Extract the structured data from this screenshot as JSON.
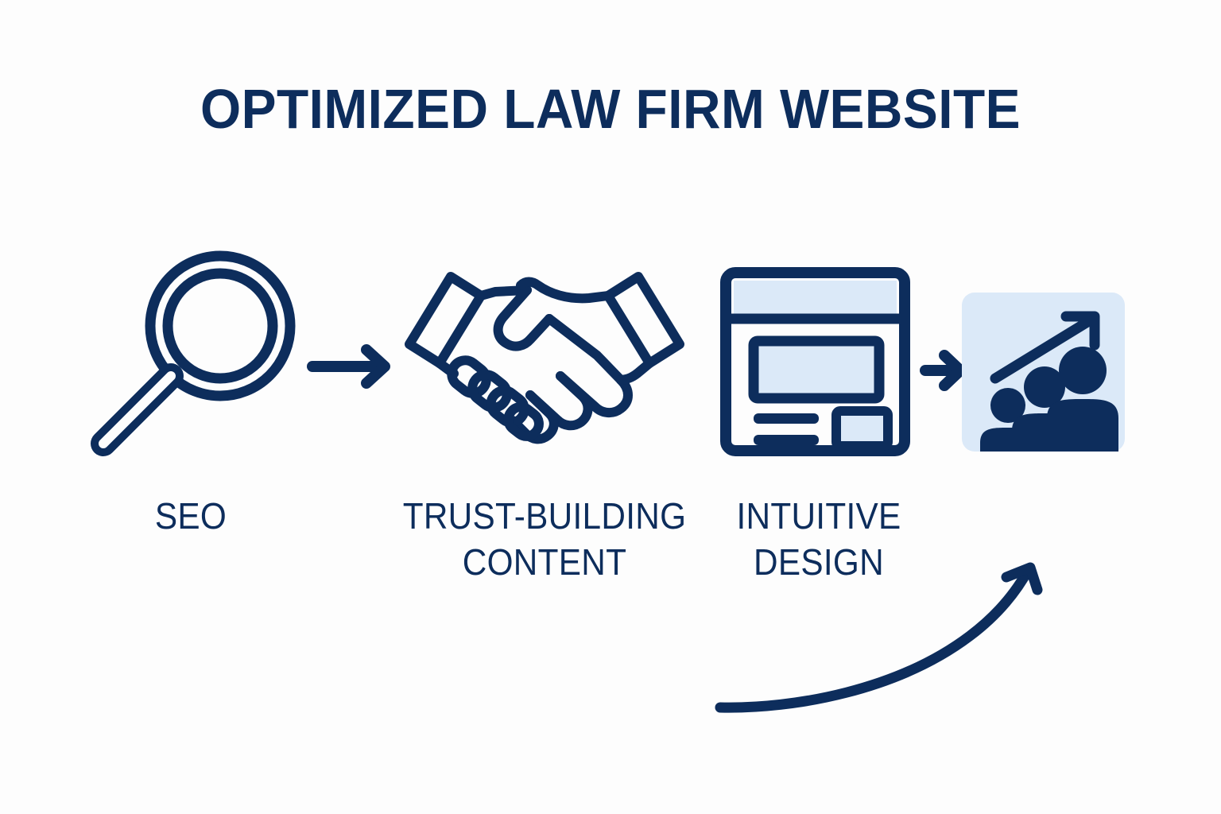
{
  "page": {
    "title": "OPTIMIZED LAW FIRM WEBSITE",
    "background_color": "#fdfdfd",
    "accent_navy": "#0d2d5c",
    "accent_light_blue": "#dbe9f8"
  },
  "steps": [
    {
      "id": "seo",
      "icon": "magnifying-glass-icon",
      "label_lines": [
        "SEO"
      ]
    },
    {
      "id": "trust",
      "icon": "handshake-icon",
      "label_lines": [
        "TRUST-BUILDING",
        "CONTENT"
      ]
    },
    {
      "id": "design",
      "icon": "browser-window-icon",
      "label_lines": [
        "INTUITIVE",
        "DESIGN"
      ]
    },
    {
      "id": "growth",
      "icon": "audience-growth-icon",
      "label_lines": []
    }
  ],
  "connectors": [
    {
      "id": "connector-1",
      "icon": "arrow-right-icon"
    },
    {
      "id": "connector-2",
      "icon": "arrow-right-icon"
    }
  ],
  "growth_curve": {
    "id": "growth-curve",
    "icon": "curved-growth-arrow-icon"
  }
}
